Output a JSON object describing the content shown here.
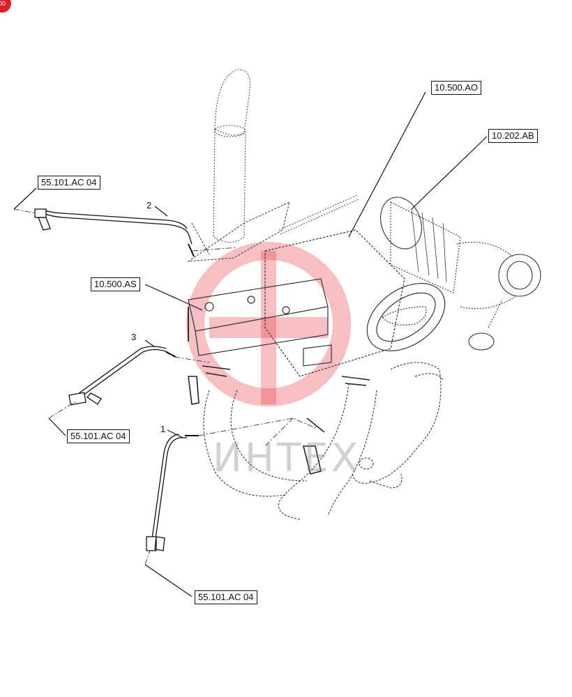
{
  "corner_badge": "00",
  "references": {
    "muffler": "10.500.AO",
    "air_cleaner": "10.202.AB",
    "bracket": "10.500.AS",
    "sensor_left_top": "55.101.AC 04",
    "sensor_left_mid": "55.101.AC 04",
    "sensor_bottom": "55.101.AC 04"
  },
  "item_numbers": {
    "item1": "1",
    "item2": "2",
    "item3": "3"
  },
  "watermark": "ИНТЕХ",
  "colors": {
    "line": "#111111",
    "dotted": "#444444",
    "watermark_red": "#e8474f"
  }
}
